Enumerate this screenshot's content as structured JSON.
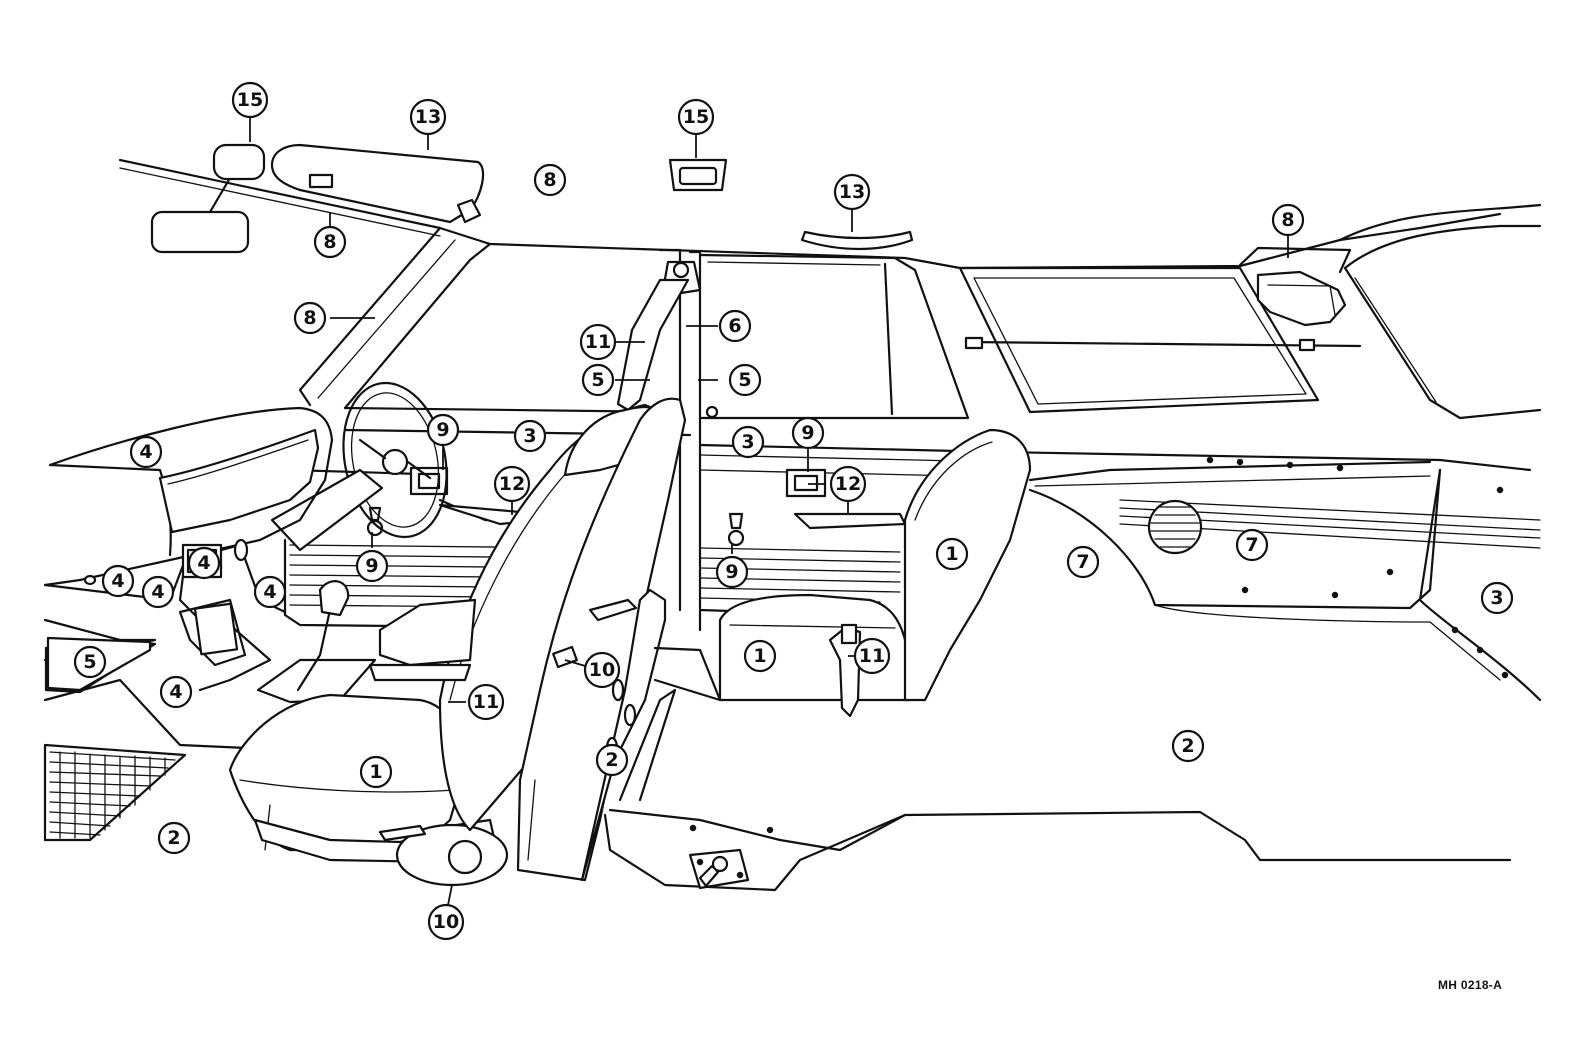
{
  "drawing_code": "MH 0218-A",
  "callouts": [
    {
      "label": "1",
      "part": "seat"
    },
    {
      "label": "2",
      "part": "floor-carpet"
    },
    {
      "label": "3",
      "part": "door-trim-panel"
    },
    {
      "label": "4",
      "part": "instrument-panel"
    },
    {
      "label": "5",
      "part": "scuff-plate"
    },
    {
      "label": "6",
      "part": "pillar-garnish"
    },
    {
      "label": "7",
      "part": "quarter-trim-panel"
    },
    {
      "label": "8",
      "part": "roof-headlining"
    },
    {
      "label": "9",
      "part": "door-handle"
    },
    {
      "label": "10",
      "part": "seat-adjuster-knob"
    },
    {
      "label": "11",
      "part": "seat-belt"
    },
    {
      "label": "12",
      "part": "armrest"
    },
    {
      "label": "13",
      "part": "sun-visor"
    },
    {
      "label": "15",
      "part": "room-lamp"
    }
  ]
}
